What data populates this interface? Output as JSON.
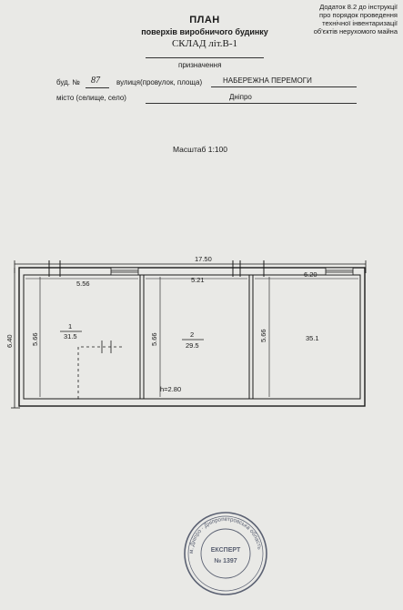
{
  "corner_note": [
    "Додаток 8.2 до інструкції",
    "про порядок проведення",
    "технічної інвентаризації",
    "об'єктів нерухомого майна"
  ],
  "header": {
    "title": "ПЛАН",
    "subtitle": "поверхів виробничого будинку",
    "building": "СКЛАД літ.В-1",
    "purpose_label": "призначення"
  },
  "address": {
    "house_label": "буд. №",
    "house_number": "87",
    "street_label": "вулиця(провулок, площа)",
    "street_value": "НАБЕРЕЖНА ПЕРЕМОГИ",
    "city_label": "місто (селище, село)",
    "city_value": "Дніпро"
  },
  "scale": "Масштаб 1:100",
  "plan": {
    "total_length": "17.50",
    "height_dim": "6.40",
    "wall_top_1": "5.56",
    "wall_top_2": "5.21",
    "wall_top_3": "6.20",
    "room_depth_1": "5.66",
    "room_depth_2": "5.66",
    "room_depth_3": "5.66",
    "room1_number": "1",
    "room1_area": "31.5",
    "room2_number": "2",
    "room2_area": "29.5",
    "room3_area": "35.1",
    "ceiling_height": "h=2.80"
  },
  "stamp": {
    "ring_text": "м. Дніпро · Дніпропетровська область",
    "center": [
      "ЕКСПЕРТ",
      "№ 1397"
    ]
  },
  "colors": {
    "ink": "#1a1a1a",
    "paper": "#e9e9e6",
    "stamp": "#5b6172"
  }
}
